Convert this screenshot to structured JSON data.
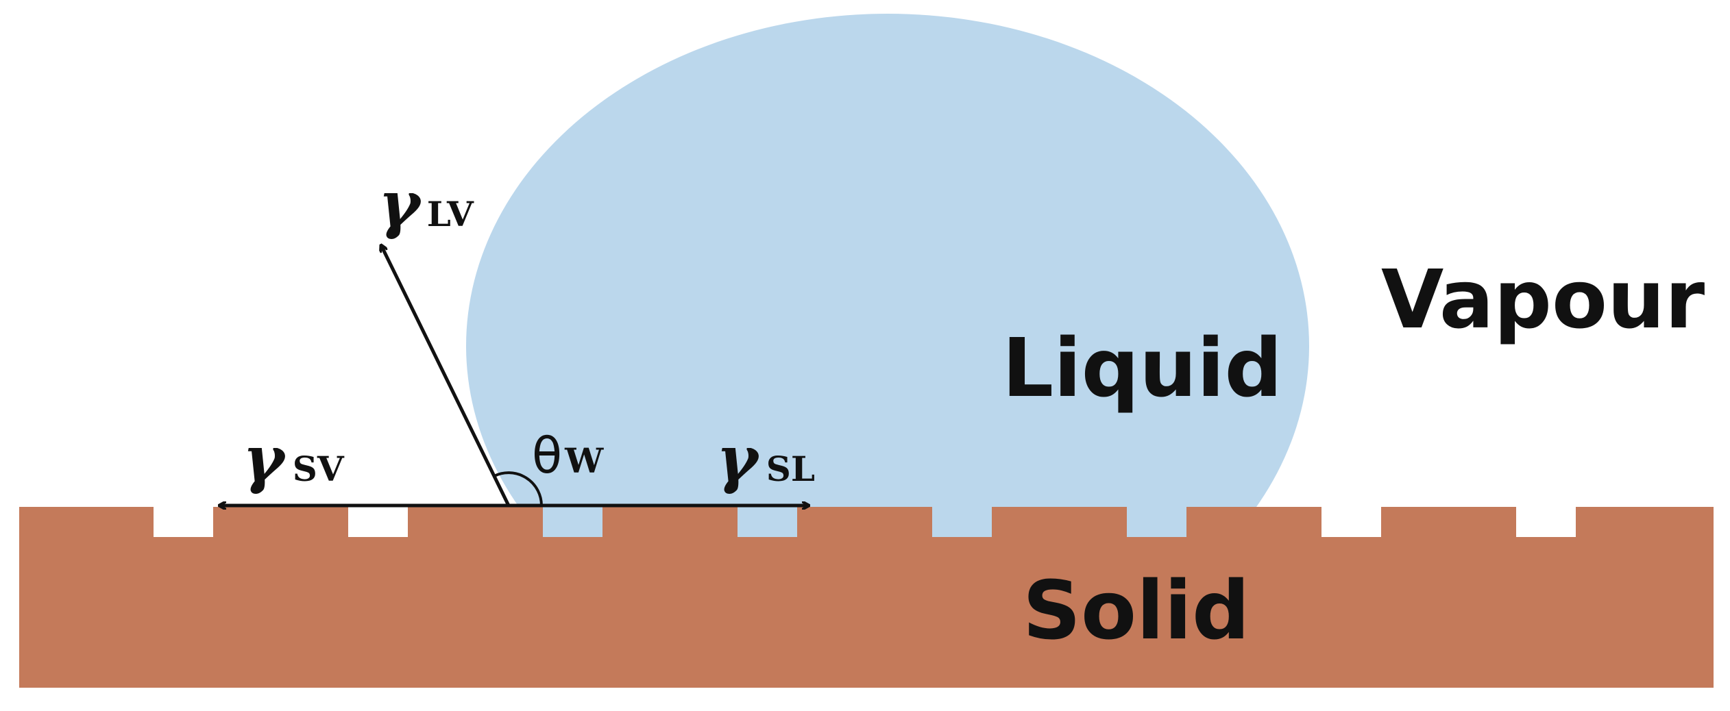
{
  "labels": {
    "vapour": "Vapour",
    "liquid": "Liquid",
    "solid": "Solid"
  },
  "tensions": {
    "lv": {
      "symbol": "γ",
      "subscript": "LV"
    },
    "sv": {
      "symbol": "γ",
      "subscript": "SV"
    },
    "sl": {
      "symbol": "γ",
      "subscript": "SL"
    }
  },
  "angle": {
    "symbol": "θ",
    "subscript": "W"
  },
  "colors": {
    "liquid": "#BBD7EC",
    "solid": "#C47A5A",
    "vapour_gaps": "#FFFFFF",
    "vectors": "#111111"
  }
}
